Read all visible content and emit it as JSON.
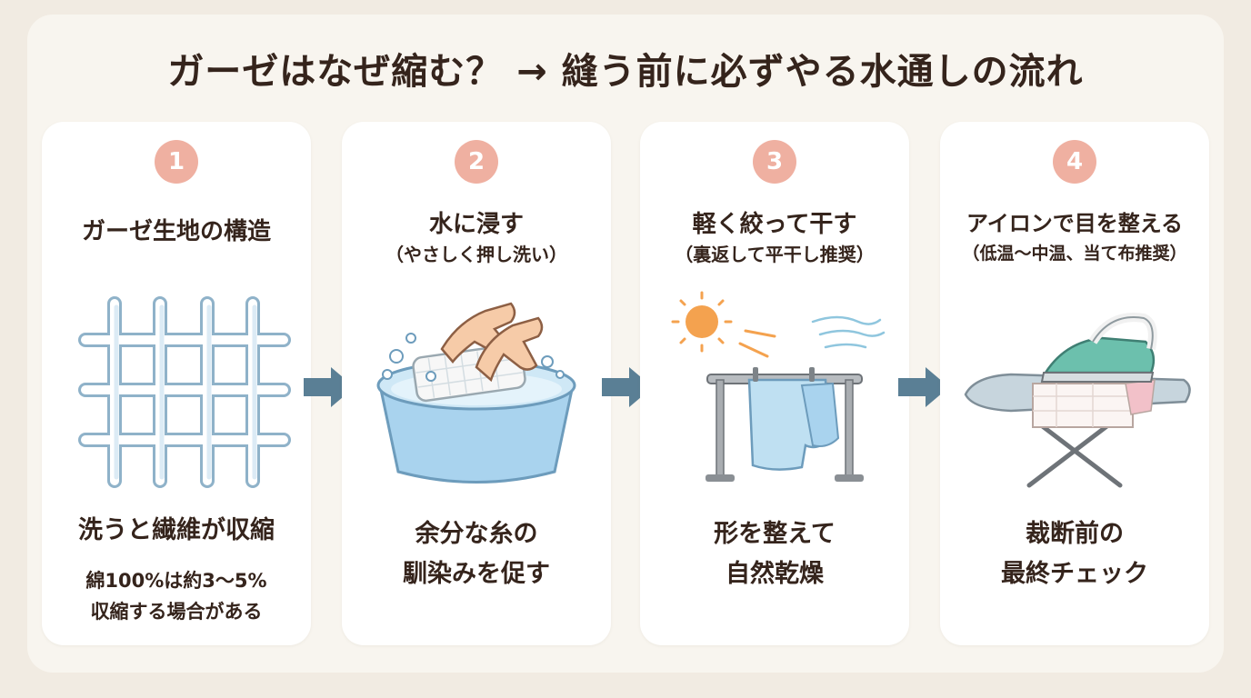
{
  "title": "ガーゼはなぜ縮む？ → 縫う前に必ずやる水通しの流れ",
  "steps": [
    {
      "number": "1",
      "heading": "ガーゼ生地の構造",
      "subheading": "",
      "caption_lines": [
        "洗うと繊維が収縮"
      ],
      "note_lines": [
        "綿100%は約3〜5%",
        "収縮する場合がある"
      ],
      "icon": "gauze-weave-icon"
    },
    {
      "number": "2",
      "heading": "水に浸す",
      "subheading": "（やさしく押し洗い）",
      "caption_lines": [
        "余分な糸の",
        "馴染みを促す"
      ],
      "note_lines": [],
      "icon": "washing-basin-icon"
    },
    {
      "number": "3",
      "heading": "軽く絞って干す",
      "subheading": "（裏返して平干し推奨）",
      "caption_lines": [
        "形を整えて",
        "自然乾燥"
      ],
      "note_lines": [],
      "icon": "drying-rack-icon"
    },
    {
      "number": "4",
      "heading": "アイロンで目を整える",
      "subheading": "（低温〜中温、当て布推奨）",
      "caption_lines": [
        "裁断前の",
        "最終チェック"
      ],
      "note_lines": [],
      "icon": "iron-board-icon"
    }
  ],
  "colors": {
    "background": "#f1ebe2",
    "card": "#ffffff",
    "number_badge": "#efb0a1",
    "arrow": "#5a7f95",
    "text": "#35241c",
    "water": "#bfe0f2"
  }
}
